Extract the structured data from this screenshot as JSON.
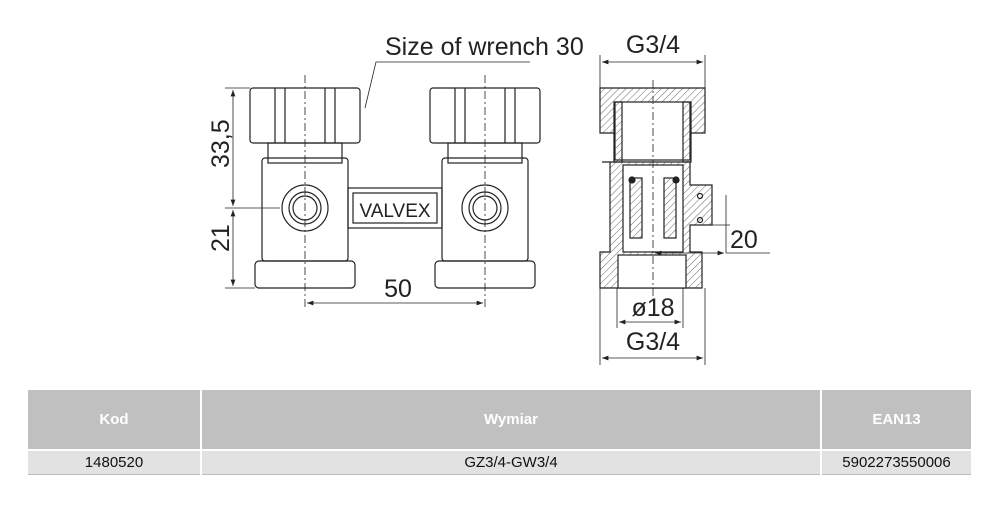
{
  "drawing": {
    "brand": "VALVEX",
    "wrench_label": "Size of wrench 30",
    "dim_height_top": "33,5",
    "dim_height_bottom": "21",
    "dim_spacing": "50",
    "dim_thread_top": "G3/4",
    "dim_thread_bottom": "G3/4",
    "dim_diameter": "ø18",
    "dim_offset": "20"
  },
  "table": {
    "headers": [
      "Kod",
      "Wymiar",
      "EAN13"
    ],
    "rows": [
      [
        "1480520",
        "GZ3/4-GW3/4",
        "5902273550006"
      ]
    ]
  }
}
